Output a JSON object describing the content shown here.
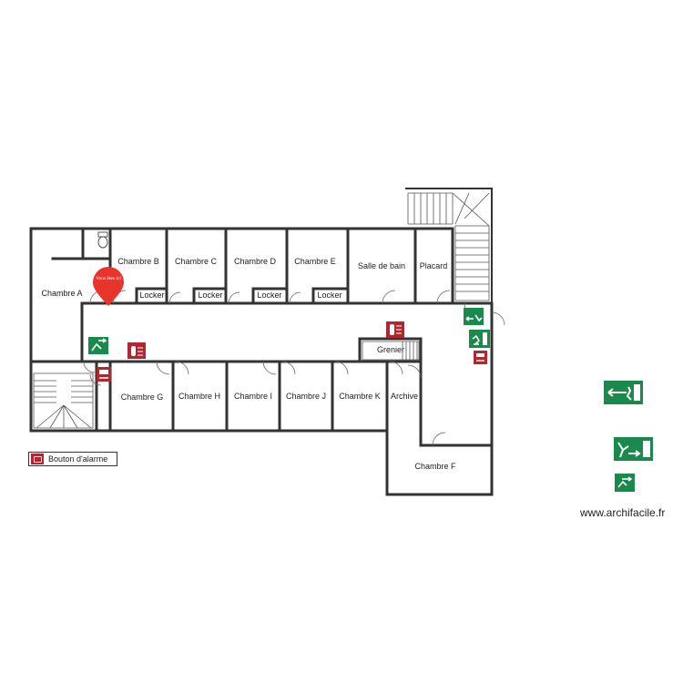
{
  "rooms": {
    "chambre_a": "Chambre A",
    "chambre_b": "Chambre B",
    "chambre_c": "Chambre C",
    "chambre_d": "Chambre D",
    "chambre_e": "Chambre E",
    "chambre_f": "Chambre F",
    "chambre_g": "Chambre G",
    "chambre_h": "Chambre H",
    "chambre_i": "Chambre I",
    "chambre_j": "Chambre J",
    "chambre_k": "Chambre K",
    "salle_de_bain": "Salle de bain",
    "placard": "Placard",
    "grenier": "Grenier",
    "archive": "Archive",
    "locker": "Locker"
  },
  "marker": {
    "text": "Vous êtes ici",
    "color": "#e8342a"
  },
  "legend": {
    "label": "Bouton d'alarme",
    "icon": "alarm-button-icon",
    "color": "#b3262d"
  },
  "watermark": "www.archifacile.fr",
  "colors": {
    "wall": "#333333",
    "exit_sign": "#1a8a4c",
    "fire_equipment": "#b3262d"
  }
}
